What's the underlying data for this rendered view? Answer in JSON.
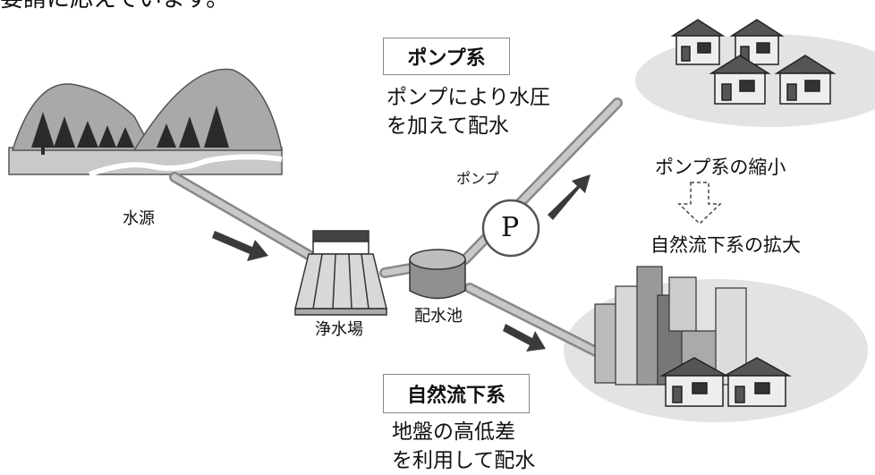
{
  "top_text": "要請に応えています。",
  "pump_system": {
    "title": "ポンプ系",
    "desc_line1": "ポンプにより水圧",
    "desc_line2": "を加えて配水"
  },
  "gravity_system": {
    "title": "自然流下系",
    "desc_line1": "地盤の高低差",
    "desc_line2": "を利用して配水"
  },
  "labels": {
    "water_source": "水源",
    "treatment_plant": "浄水場",
    "reservoir": "配水池",
    "pump": "ポンプ",
    "pump_symbol": "P"
  },
  "change": {
    "from": "ポンプ系の縮小",
    "to": "自然流下系の拡大"
  },
  "colors": {
    "pipe": "#b5b5b5",
    "arrow": "#3a3a3a",
    "ground": "#e3e3e3",
    "mountain": "#a9a9a9",
    "building": "#8e8e8e"
  }
}
